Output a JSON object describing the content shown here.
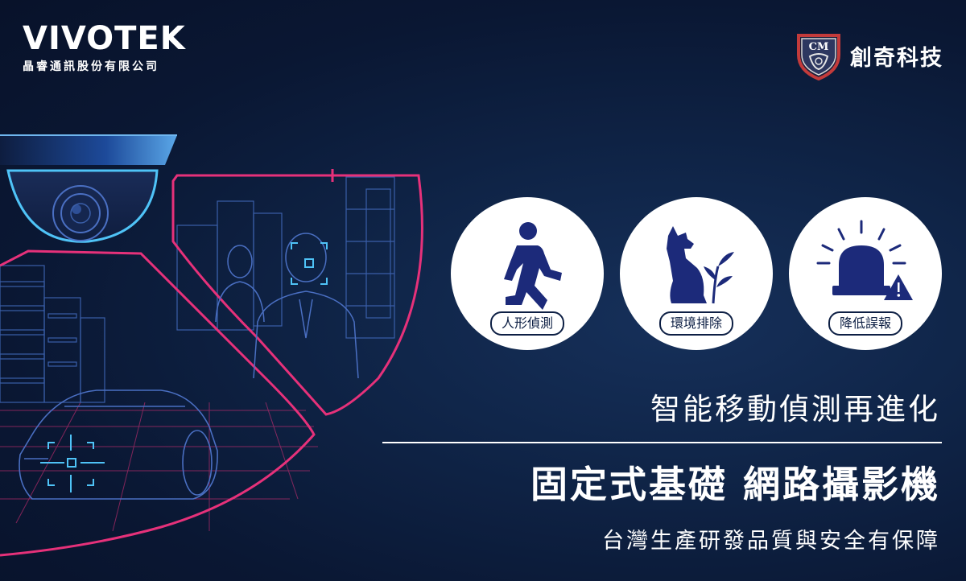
{
  "brand": {
    "name": "VIVOTEK",
    "subtitle": "晶睿通訊股份有限公司"
  },
  "partner": {
    "emblem_text": "CM",
    "name": "創奇科技"
  },
  "features": [
    {
      "label": "人形偵測",
      "icon": "walking-person-icon"
    },
    {
      "label": "環境排除",
      "icon": "dog-plant-icon"
    },
    {
      "label": "降低誤報",
      "icon": "alarm-siren-warning-icon"
    }
  ],
  "headline": {
    "tagline": "智能移動偵測再進化",
    "title": "固定式基礎 網路攝影機",
    "subtitle": "台灣生產研發品質與安全有保障"
  },
  "colors": {
    "background": "#0f2447",
    "accent_pink": "#e6317a",
    "accent_cyan": "#4fc3f7",
    "line_blue": "#3a5ea8",
    "icon_navy": "#1c2a7a"
  }
}
